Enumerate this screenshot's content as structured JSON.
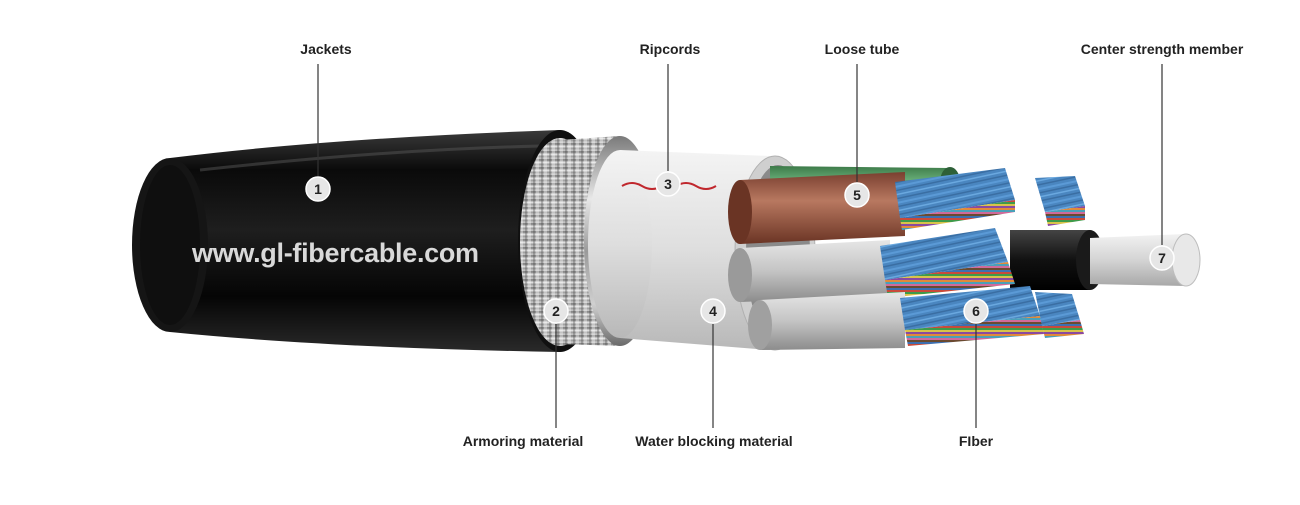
{
  "diagram": {
    "watermark": "www.gl-fibercable.com",
    "callouts": [
      {
        "number": "1",
        "label": "Jackets"
      },
      {
        "number": "2",
        "label": "Armoring material"
      },
      {
        "number": "3",
        "label": "Ripcords"
      },
      {
        "number": "4",
        "label": "Water blocking material"
      },
      {
        "number": "5",
        "label": "Loose tube"
      },
      {
        "number": "6",
        "label": "FIber"
      },
      {
        "number": "7",
        "label": "Center strength member"
      }
    ]
  },
  "colors": {
    "jacket": "#141414",
    "armor": "#b8b8b8",
    "water_blocking": "#e4e4e4",
    "loose_tube_brown": "#a0604a",
    "loose_tube_green": "#4c8a55",
    "loose_tube_gray": "#c8c8c8",
    "fiber_blue": "#4a86c0",
    "ripcord": "#c0272d",
    "strength_member": "#dcdcdc"
  }
}
